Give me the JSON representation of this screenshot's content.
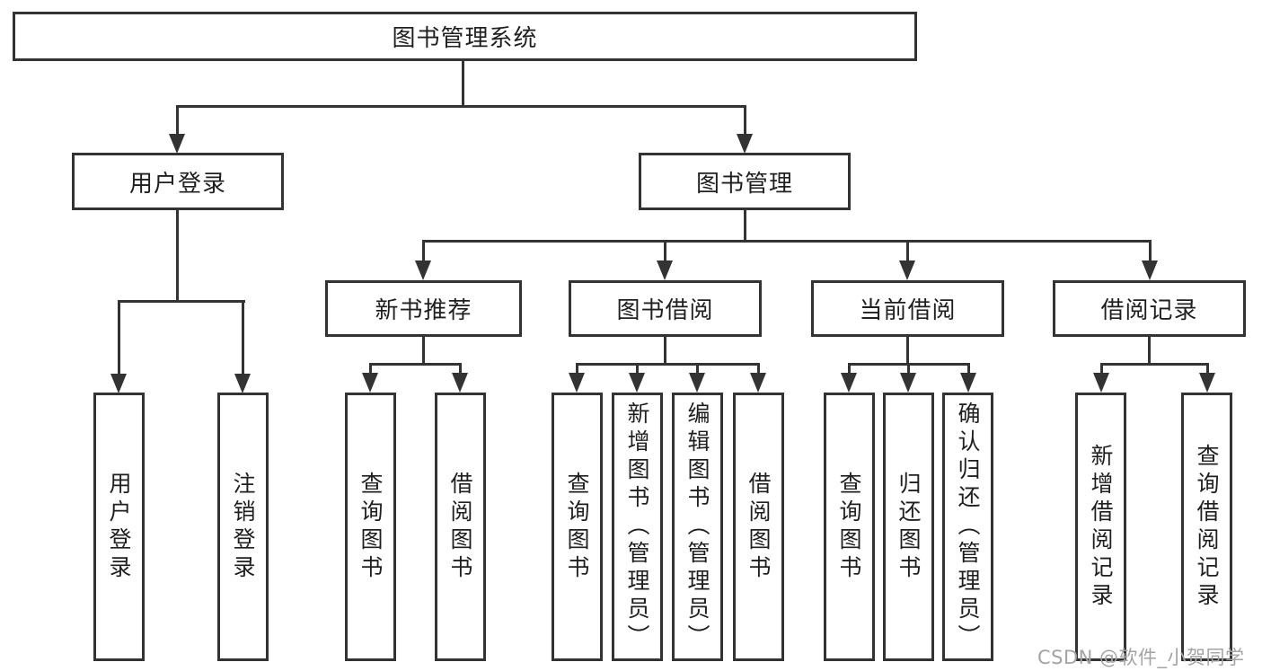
{
  "colors": {
    "line": "#333333",
    "text": "#1f1f1f",
    "bg": "#ffffff",
    "watermark": "#a3a3a3"
  },
  "watermark": {
    "text": "CSDN @软件_小贺同学"
  },
  "diagram": {
    "root": {
      "label": "图书管理系统"
    },
    "branches": [
      {
        "label": "用户登录",
        "children": [
          {
            "label": "用户登录"
          },
          {
            "label": "注销登录"
          }
        ]
      },
      {
        "label": "图书管理",
        "children": [
          {
            "label": "新书推荐",
            "children": [
              {
                "label": "查询图书"
              },
              {
                "label": "借阅图书"
              }
            ]
          },
          {
            "label": "图书借阅",
            "children": [
              {
                "label": "查询图书"
              },
              {
                "label": "新增图书（管理员）"
              },
              {
                "label": "编辑图书（管理员）"
              },
              {
                "label": "借阅图书"
              }
            ]
          },
          {
            "label": "当前借阅",
            "children": [
              {
                "label": "查询图书"
              },
              {
                "label": "归还图书"
              },
              {
                "label": "确认归还（管理员）"
              }
            ]
          },
          {
            "label": "借阅记录",
            "children": [
              {
                "label": "新增借阅记录"
              },
              {
                "label": "查询借阅记录"
              }
            ]
          }
        ]
      }
    ]
  }
}
